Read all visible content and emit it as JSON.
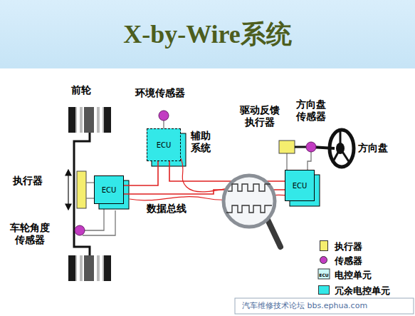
{
  "diagram": {
    "title": "X-by-Wire系统",
    "nodes": [
      {
        "text": [
          "ECU"
        ]
      },
      {
        "text": [
          "ECU"
        ]
      },
      {
        "text": [
          "ECU"
        ]
      }
    ],
    "edges": [
      {
        "from": 0,
        "to": 2,
        "arrow": "none"
      },
      {
        "from": 1,
        "to": 0,
        "arrow": "none"
      },
      {
        "from": 1,
        "to": 2,
        "arrow": "none"
      }
    ],
    "labels": [
      "前轮",
      "执行器",
      "车轮角度 传感器",
      "环境传感器",
      "辅助 系统",
      "数据总线",
      "驱动反馈 执行器",
      "方向盘 传感器",
      "方向盘",
      "ECU",
      "汽车维修技术论坛 bbs.ephua.com"
    ],
    "legend": [
      {
        "text": "执行器",
        "color": "#f5ee6e"
      },
      {
        "text": "传感器",
        "color": "#c23cc2"
      },
      {
        "text": "电控单元"
      },
      {
        "text": "冗余电控单元",
        "color": "#33e8e8"
      }
    ]
  }
}
